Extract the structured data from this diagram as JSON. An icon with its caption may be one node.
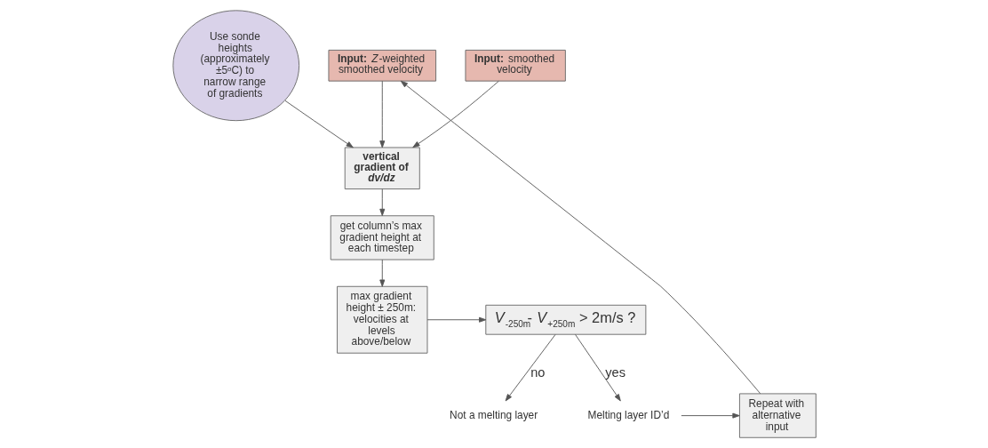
{
  "diagram": {
    "nodes": [
      {
        "text": [
          "Use sonde heights (approximately ±5ᵒC) to narrow range of gradients"
        ]
      },
      {
        "text": [
          "**Input:** smoothed velocity"
        ]
      },
      {
        "text": [
          "**Input:** *Z*-weighted smoothed velocity"
        ]
      },
      {
        "text": [
          "vertical gradient of *dv/dz*"
        ]
      },
      {
        "text": [
          "get column’s max gradient height at each timestep"
        ]
      },
      {
        "text": [
          "max gradient height ± 250m: velocities at levels above/below"
        ]
      },
      {
        "text": [
          "*V*$_{-250m}$- *V*$_{+250m}$ > 2m/s ?"
        ]
      },
      {
        "text": [
          "Not a melting layer"
        ]
      },
      {
        "text": [
          "Melting layer ID’d"
        ]
      },
      {
        "text": [
          "Repeat with alternative input"
        ]
      }
    ],
    "edges": [
      {
        "from": 0,
        "to": 3,
        "arrow": "to"
      },
      {
        "from": 1,
        "to": 3,
        "arrow": "to"
      },
      {
        "from": 2,
        "to": 3,
        "arrow": "to"
      },
      {
        "from": 3,
        "to": 4,
        "arrow": "to"
      },
      {
        "from": 4,
        "to": 5,
        "arrow": "to"
      },
      {
        "from": 5,
        "to": 6,
        "arrow": "to"
      },
      {
        "from": 6,
        "to": 7,
        "label": "no",
        "arrow": "to"
      },
      {
        "from": 6,
        "to": 8,
        "label": "yes",
        "arrow": "to"
      },
      {
        "from": 8,
        "to": 9,
        "arrow": "to"
      },
      {
        "from": 9,
        "to": 2,
        "arrow": "to"
      }
    ]
  }
}
